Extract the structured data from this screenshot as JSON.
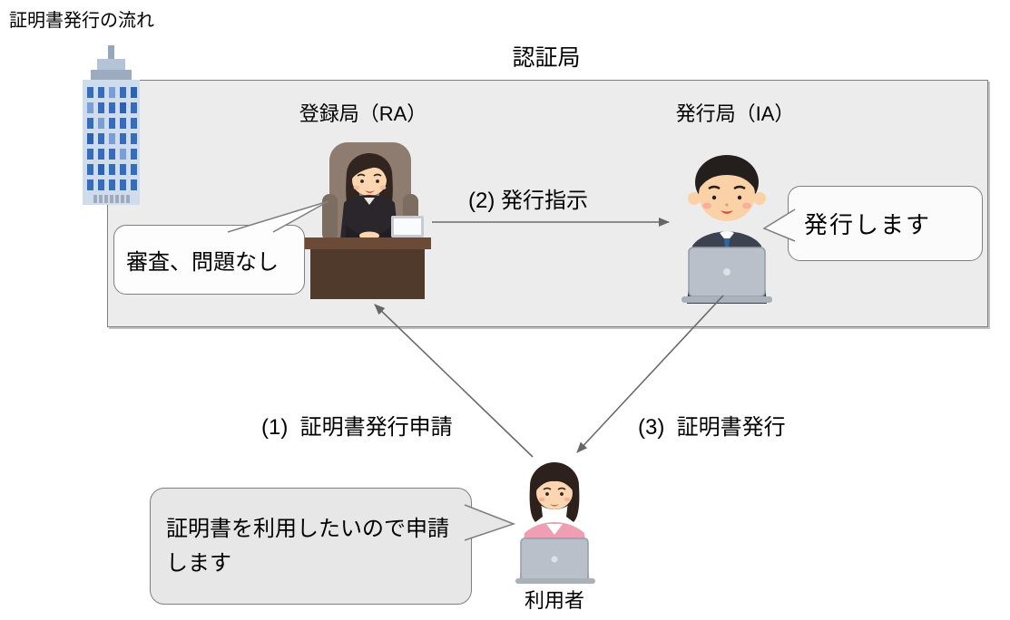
{
  "title": "証明書発行の流れ",
  "certificate_authority": {
    "label": "認証局"
  },
  "registration_authority": {
    "label": "登録局（RA）",
    "speech": "審査、問題なし"
  },
  "issuing_authority": {
    "label": "発行局（IA）",
    "speech": "発行します"
  },
  "user": {
    "label": "利用者",
    "speech": "証明書を利用したいので申請します",
    "speech_lines": [
      "証明書を利用したいので申請",
      "します"
    ]
  },
  "flow_steps": {
    "step1": "(1)  証明書発行申請",
    "step2": "(2) 発行指示",
    "step3": "(3)  証明書発行"
  },
  "icons": {
    "building": "office-building-illustration",
    "ra_person": "woman-at-desk-illustration",
    "ia_person": "man-at-laptop-illustration",
    "user_person": "woman-at-laptop-illustration"
  },
  "colors": {
    "box_fill": "#ececec",
    "box_border": "#7f7f7f",
    "arrow": "#666666",
    "bubble_fill_light": "#fdfdfd",
    "bubble_fill_gray": "#e7e7e7",
    "building_body": "#cedcec",
    "building_window": "#3a6cb5",
    "text": "#000000"
  }
}
